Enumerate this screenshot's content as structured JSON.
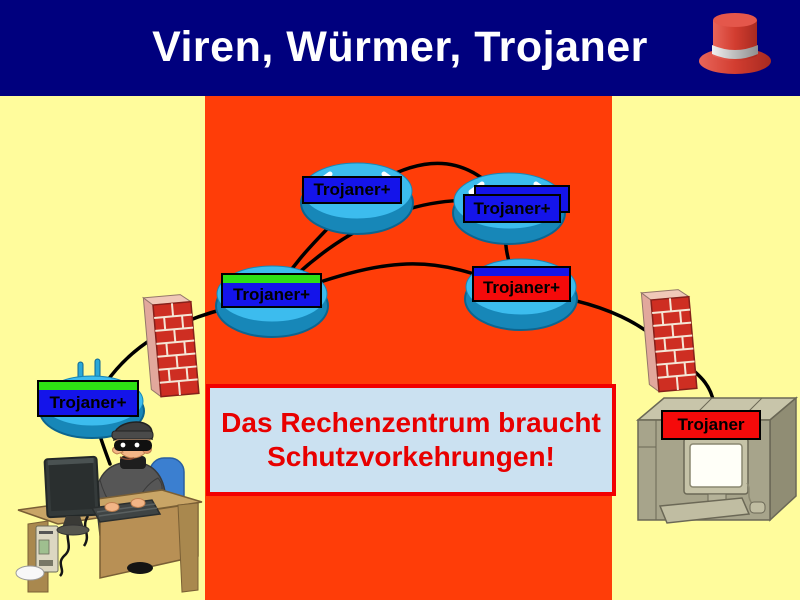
{
  "slide": {
    "title": "Viren, Würmer, Trojaner",
    "title_color": "#FFFFFF",
    "header_bg": "#00007E",
    "background": "#FFFC9C",
    "band_color": "#FF3D08",
    "hat_icon": "red-top-hat"
  },
  "network": {
    "nodes": [
      {
        "id": "router-top-left",
        "type": "router",
        "label": "Trojaner+",
        "label_bg": "#1414EA",
        "strip": null
      },
      {
        "id": "router-top-right",
        "type": "router",
        "label": "Trojaner+",
        "label_bg": "#1414EA",
        "strip": null,
        "double_label": true
      },
      {
        "id": "router-mid-left",
        "type": "router",
        "label": "Trojaner+",
        "label_bg": "#1414EA",
        "strip": "#2EE014"
      },
      {
        "id": "router-mid-right",
        "type": "router",
        "label": "Trojaner+",
        "label_bg": "#F50A0A",
        "strip": "#1414EA"
      },
      {
        "id": "wireless-router-bottom-left",
        "type": "wireless-router",
        "label": "Trojaner+",
        "label_bg": "#1414EA",
        "strip": "#2EE014"
      },
      {
        "id": "mainframe",
        "type": "mainframe-computer",
        "label": "Trojaner",
        "label_bg": "#F50A0A",
        "strip": null
      }
    ],
    "firewalls": [
      "firewall-left",
      "firewall-right"
    ],
    "links": [
      "wireless-router-bottom-left - router-mid-left",
      "router-mid-left - router-top-left",
      "router-mid-left - router-top-right",
      "router-top-left - router-top-right",
      "router-top-right - router-mid-right",
      "router-mid-left - router-mid-right",
      "router-mid-right - mainframe"
    ],
    "actor": "masked-hacker-at-desk",
    "line_color": "#000000"
  },
  "message_box": {
    "text": "Das Rechenzentrum braucht\nSchutzvorkehrungen!",
    "text_color": "#E80000",
    "bg": "#CBE1F1",
    "border": "#F20000"
  }
}
